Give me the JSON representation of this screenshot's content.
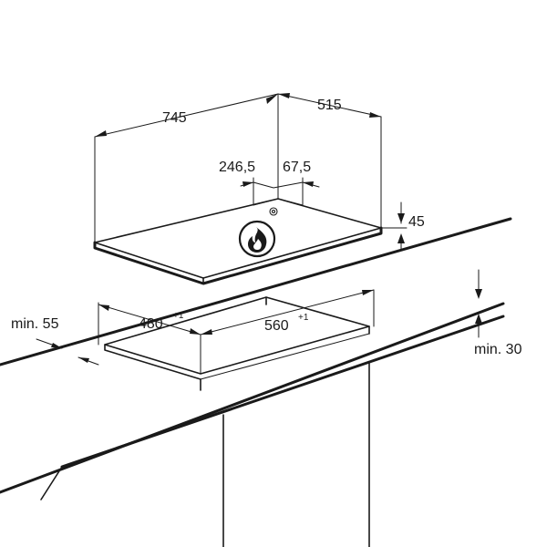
{
  "dimensions": {
    "width": "745",
    "depth": "515",
    "burner_offset_left": "246,5",
    "burner_offset_right": "67,5",
    "height": "45",
    "cutout_depth": "480",
    "cutout_depth_tolerance": "+1",
    "cutout_width": "560",
    "cutout_width_tolerance": "+1",
    "min_front_distance": "min. 55",
    "min_below_distance": "min. 30"
  },
  "icons": {
    "gas_symbol": "flame-icon"
  }
}
